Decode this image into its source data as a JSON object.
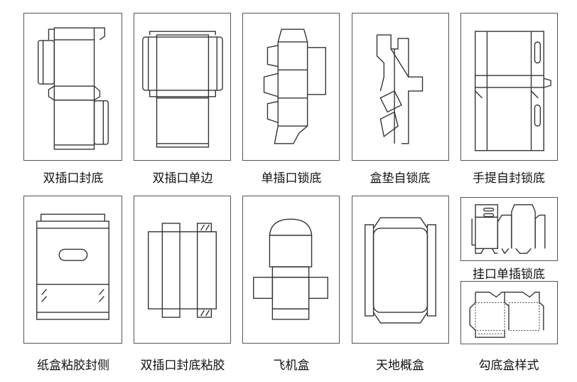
{
  "row1": [
    {
      "label": "双插口封底",
      "icon": "double-tuck-sealed-bottom-dieline"
    },
    {
      "label": "双插口单边",
      "icon": "double-tuck-single-side-dieline"
    },
    {
      "label": "单插口锁底",
      "icon": "single-tuck-lock-bottom-dieline"
    },
    {
      "label": "盒垫自锁底",
      "icon": "pad-auto-lock-bottom-dieline"
    },
    {
      "label": "手提自封锁底",
      "icon": "handle-auto-lock-bottom-dieline"
    }
  ],
  "row2": [
    {
      "label": "纸盒粘胶封侧",
      "icon": "glued-side-seal-dieline"
    },
    {
      "label": "双插口封底粘胶",
      "icon": "double-tuck-glued-bottom-dieline"
    },
    {
      "label": "飞机盒",
      "icon": "mailer-box-dieline"
    },
    {
      "label": "天地概盒",
      "icon": "lid-and-base-box-dieline"
    },
    {
      "label": "挂口单插锁底",
      "icon": "hang-tab-lock-bottom-dieline"
    },
    {
      "label": "勾底盒样式",
      "icon": "crash-lock-bottom-dieline"
    }
  ]
}
